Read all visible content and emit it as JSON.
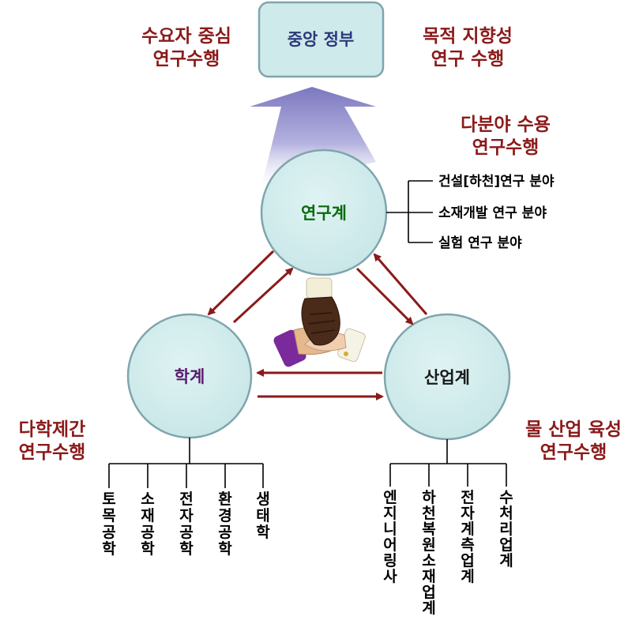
{
  "colors": {
    "node_fill": "#cfeaea",
    "node_stroke": "#7fa5ad",
    "accent_red": "#8b1a1a",
    "research_text": "#0a6a0a",
    "academia_text": "#5a1a6e",
    "industry_text": "#1a1a1a",
    "government_text": "#2b3a7a",
    "big_arrow": "#8c88c8"
  },
  "government": {
    "label": "중앙 정부"
  },
  "annotations": {
    "top_left": [
      "수요자 중심",
      "연구수행"
    ],
    "top_right": [
      "목적 지향성",
      "연구 수행"
    ],
    "research_right": [
      "다분야 수용",
      "연구수행"
    ],
    "academia_left": [
      "다학제간",
      "연구수행"
    ],
    "industry_right": [
      "물 산업 육성",
      "연구수행"
    ]
  },
  "nodes": {
    "research": {
      "label": "연구계"
    },
    "academia": {
      "label": "학계"
    },
    "industry": {
      "label": "산업계"
    }
  },
  "research_branches": [
    "건설[하천]연구 분야",
    "소재개발 연구 분야",
    "실험 연구 분야"
  ],
  "academia_branches": [
    "토목공학",
    "소재공학",
    "전자공학",
    "환경공학",
    "생태학"
  ],
  "industry_branches": [
    "엔지니어링사",
    "하천복원소재업계",
    "전자계측업계",
    "수처리업계"
  ],
  "center_image": {
    "icon": "stacked-hands-teamwork"
  }
}
